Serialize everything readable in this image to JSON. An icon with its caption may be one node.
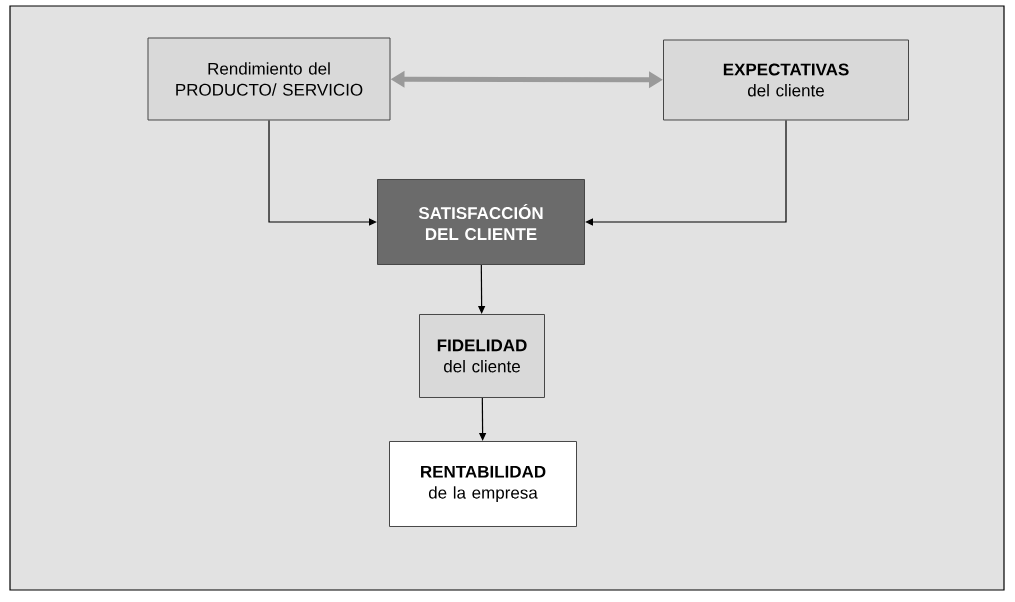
{
  "diagram": {
    "nodes": [
      {
        "text": [
          "Rendimiento del PRODUCTO/ SERVICIO"
        ]
      },
      {
        "text": [
          "EXPECTATIVAS",
          "del cliente"
        ]
      },
      {
        "text": [
          "SATISFACCIÓN DEL CLIENTE"
        ]
      },
      {
        "text": [
          "FIDELIDAD",
          "del cliente"
        ]
      },
      {
        "text": [
          "RENTABILIDAD",
          "de la empresa"
        ]
      }
    ],
    "edges": [
      {
        "from": 0,
        "to": 1,
        "arrow": "both",
        "style": "thick",
        "color": "#9a9a9a"
      },
      {
        "from": 0,
        "to": 2,
        "arrow": "to"
      },
      {
        "from": 1,
        "to": 2,
        "arrow": "to"
      },
      {
        "from": 2,
        "to": 3,
        "arrow": "to"
      },
      {
        "from": 3,
        "to": 4,
        "arrow": "to"
      }
    ]
  }
}
